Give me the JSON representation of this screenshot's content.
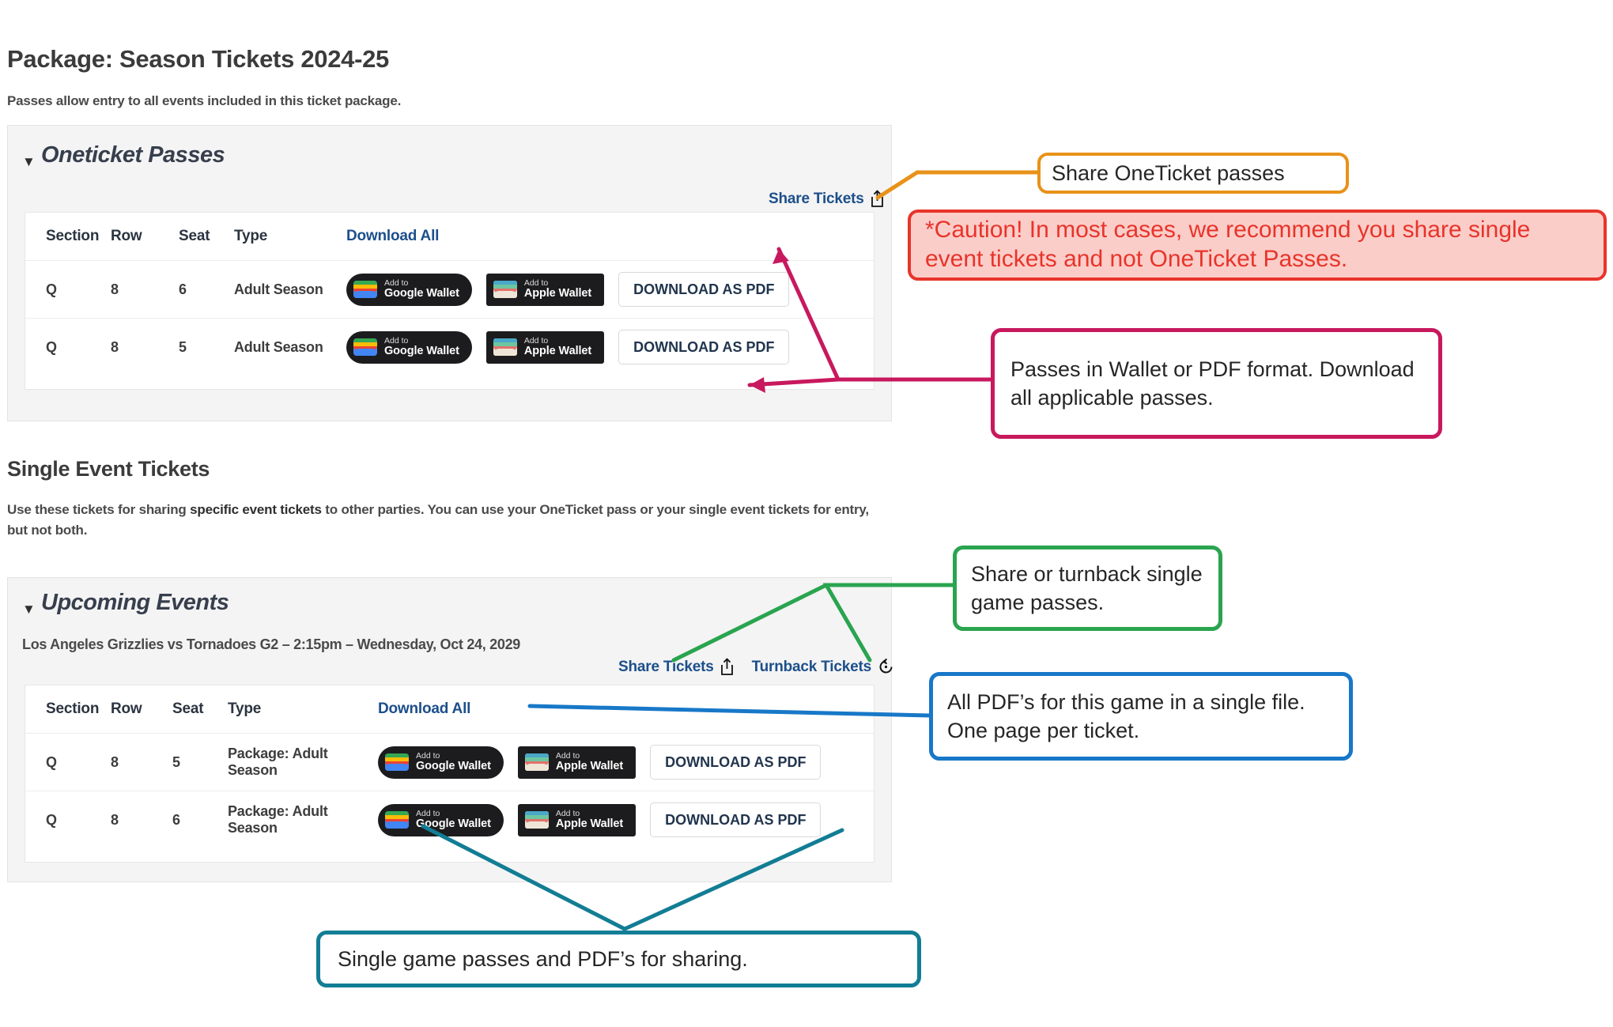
{
  "page": {
    "title": "Package: Season Tickets 2024-25",
    "subtitle": "Passes allow entry to all events included in this ticket package."
  },
  "oneticket_panel": {
    "caret": "▼",
    "heading": "Oneticket Passes",
    "actions": [
      {
        "label": "Share Tickets",
        "icon": "share-icon"
      }
    ],
    "columns": [
      "Section",
      "Row",
      "Seat",
      "Type",
      "Download All"
    ],
    "rows": [
      {
        "section": "Q",
        "row": "8",
        "seat": "6",
        "type": "Adult Season",
        "google_wallet": {
          "line1": "Add to",
          "line2": "Google Wallet"
        },
        "apple_wallet": {
          "line1": "Add to",
          "line2": "Apple Wallet"
        },
        "pdf": "DOWNLOAD AS PDF"
      },
      {
        "section": "Q",
        "row": "8",
        "seat": "5",
        "type": "Adult Season",
        "google_wallet": {
          "line1": "Add to",
          "line2": "Google Wallet"
        },
        "apple_wallet": {
          "line1": "Add to",
          "line2": "Apple Wallet"
        },
        "pdf": "DOWNLOAD AS PDF"
      }
    ]
  },
  "single_event": {
    "title": "Single Event Tickets",
    "desc_1": "Use these tickets for sharing ",
    "desc_bold": "specific event tickets",
    "desc_2": " to other parties. You can use your OneTicket pass or your single event tickets for entry, but not both."
  },
  "upcoming_panel": {
    "caret": "▼",
    "heading": "Upcoming Events",
    "event": "Los Angeles Grizzlies vs Tornadoes G2 – 2:15pm – Wednesday, Oct 24, 2029",
    "actions": [
      {
        "label": "Share Tickets",
        "icon": "share-icon"
      },
      {
        "label": "Turnback Tickets",
        "icon": "turnback-icon"
      }
    ],
    "columns": [
      "Section",
      "Row",
      "Seat",
      "Type",
      "Download All"
    ],
    "rows": [
      {
        "section": "Q",
        "row": "8",
        "seat": "5",
        "type": "Package: Adult Season",
        "google_wallet": {
          "line1": "Add to",
          "line2": "Google Wallet"
        },
        "apple_wallet": {
          "line1": "Add to",
          "line2": "Apple Wallet"
        },
        "pdf": "DOWNLOAD AS PDF"
      },
      {
        "section": "Q",
        "row": "8",
        "seat": "6",
        "type": "Package: Adult Season",
        "google_wallet": {
          "line1": "Add to",
          "line2": "Google Wallet"
        },
        "apple_wallet": {
          "line1": "Add to",
          "line2": "Apple Wallet"
        },
        "pdf": "DOWNLOAD AS PDF"
      }
    ]
  },
  "annotations": [
    {
      "id": "share-oneticket",
      "text": "Share OneTicket passes",
      "color": "#e8921a"
    },
    {
      "id": "caution",
      "text": "*Caution! In most cases, we recommend you share single event tickets and not OneTicket Passes.",
      "color": "#e8342a"
    },
    {
      "id": "wallet-pdf",
      "text": "Passes in Wallet or PDF format. Download all applicable passes.",
      "color": "#c8185e"
    },
    {
      "id": "share-turnback",
      "text": "Share or turnback single game passes.",
      "color": "#2aa44f"
    },
    {
      "id": "all-pdfs",
      "text": "All PDF’s for this game in a single file. One page per ticket.",
      "color": "#1878c8"
    },
    {
      "id": "single-game",
      "text": "Single game passes and PDF’s for sharing.",
      "color": "#127d94"
    }
  ],
  "colors": {
    "link_blue": "#1c4f8b",
    "panel_bg": "#f4f4f4",
    "heading_navy": "#373f4d"
  }
}
